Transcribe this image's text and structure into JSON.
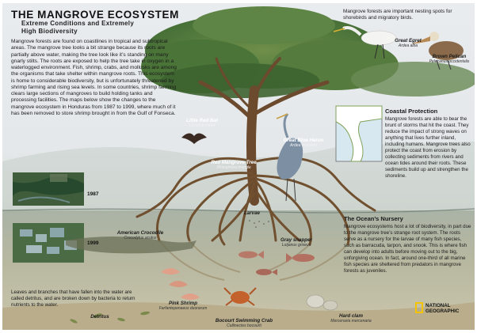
{
  "header": {
    "title": "THE MANGROVE ECOSYSTEM",
    "subtitle": "Extreme Conditions and Extremely High Biodiversity"
  },
  "intro_text": "Mangrove forests are found on coastlines in tropical and subtropical areas. The mangrove tree looks a bit strange because its roots are partially above water, making the tree look like it’s standing on many gnarly stilts. The roots are exposed to help the tree take in oxygen in a waterlogged environment. Fish, shrimp, crabs, and mollusks are among the organisms that take shelter within mangrove roots. This ecosystem is home to considerable biodiversity, but is unfortunately threatened by shrimp farming and rising sea levels. In some countries, shrimp farming clears large sections of mangroves to build holding tanks and processing facilities. The maps below show the changes to the mangrove ecosystem in Honduras from 1987 to 1999, where much of it has been removed to store shrimp brought in from the Gulf of Fonseca.",
  "maps": {
    "year1": "1987",
    "year2": "1999"
  },
  "birds_note": "Mangrove forests are important nesting spots for shorebirds and migratory birds.",
  "species": {
    "great_egret": {
      "name": "Great Egret",
      "sci": "Ardea alba"
    },
    "brown_pelican": {
      "name": "Brown Pelican",
      "sci": "Pelecanus occidentalis"
    },
    "little_red_bat": {
      "name": "Little Red Bat",
      "sci": "Lasiurus minor"
    },
    "great_blue_heron": {
      "name": "Great Blue Heron",
      "sci": "Ardea herodias"
    },
    "red_mangrove": {
      "name": "Red Mangrove Tree",
      "sci": "Rhizophora mangle"
    },
    "american_crocodile": {
      "name": "American Crocodile",
      "sci": "Crocodylus acutus"
    },
    "larvae": {
      "name": "Larvae"
    },
    "gray_snapper": {
      "name": "Gray snapper",
      "sci": "Lutjanus griseus"
    },
    "pink_shrimp": {
      "name": "Pink Shrimp",
      "sci": "Farfantepenaeus duorarum"
    },
    "blue_crab": {
      "name": "Bocourt Swimming Crab",
      "sci": "Callinectes bocourti"
    },
    "hard_clam": {
      "name": "Hard clam",
      "sci": "Mercenaria mercenaria"
    },
    "detritus": {
      "name": "Detritus"
    }
  },
  "coastal": {
    "heading": "Coastal Protection",
    "body": "Mangrove forests are able to bear the brunt of storms that hit the coast. They reduce the impact of strong waves on anything that lives further inland, including humans. Mangrove trees also protect the coast from erosion by collecting sediments from rivers and ocean tides around their roots. These sediments build up and strengthen the shoreline."
  },
  "nursery": {
    "heading": "The Ocean’s Nursery",
    "body": "Mangrove ecosystems host a lot of biodiversity, in part due to the mangrove tree’s strange root system. The roots serve as a nursery for the larvae of many fish species, such as barracuda, tarpon, and snook. This is where fish can develop into adults before moving out to the big, unforgiving ocean. In fact, around one-third of all marine fish species are sheltered from predators in mangrove forests as juveniles."
  },
  "detritus_text": "Leaves and branches that have fallen into the water are called detritus, and are broken down by bacteria to return nutrients to the water.",
  "logo": {
    "line1": "NATIONAL",
    "line2": "GEOGRAPHIC"
  },
  "colors": {
    "accent": "#f5c400",
    "water": "#9aa59a",
    "canopy": "#4f7a3c",
    "roots": "#6b4a2e"
  }
}
